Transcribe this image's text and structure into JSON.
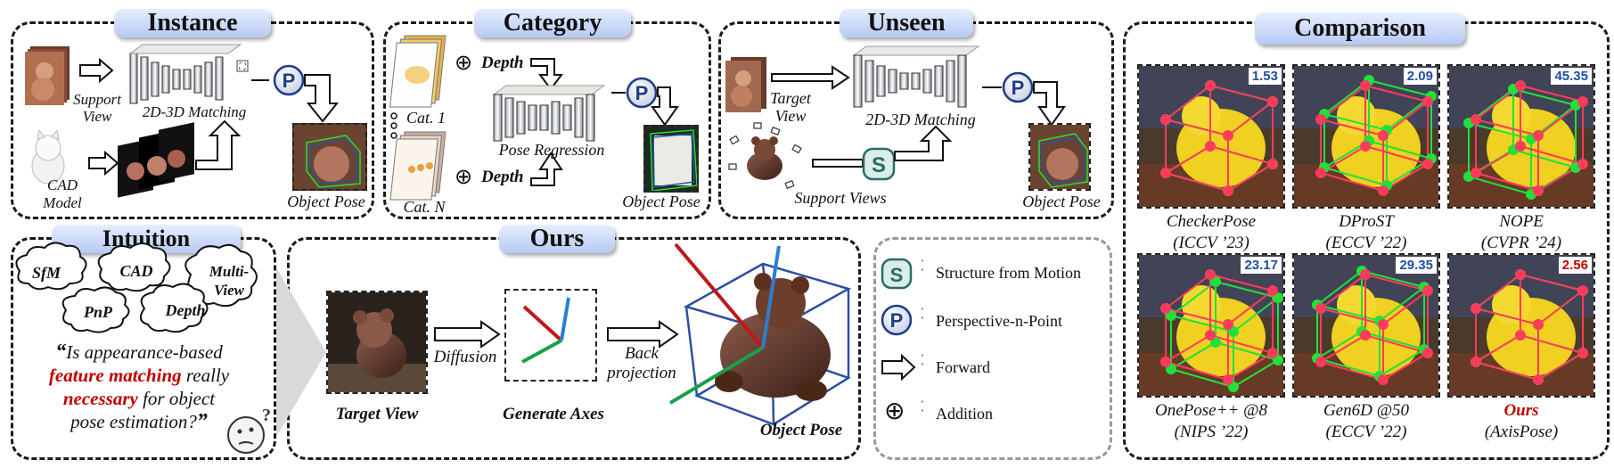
{
  "panels": {
    "instance": {
      "title": "Instance",
      "support_view": "Support\nView",
      "matching": "2D-3D Matching",
      "cad_model": "CAD\nModel",
      "object_pose": "Object Pose",
      "p_symbol": "P"
    },
    "category": {
      "title": "Category",
      "cat_1": "Cat. 1",
      "cat_n": "Cat. N",
      "depth_1": "Depth",
      "depth_2": "Depth",
      "pose_regression": "Pose Regression",
      "object_pose": "Object Pose",
      "p_symbol": "P"
    },
    "unseen": {
      "title": "Unseen",
      "target_view": "Target\nView",
      "matching": "2D-3D Matching",
      "support_views": "Support Views",
      "object_pose": "Object Pose",
      "s_symbol": "S",
      "p_symbol": "P"
    },
    "intuition": {
      "title": "Intuition",
      "clouds": [
        "SfM",
        "CAD",
        "Multi-\nView",
        "PnP",
        "Depth"
      ],
      "quote_open": "“",
      "quote_1": "Is appearance-based",
      "quote_2_highlight": "feature matching",
      "quote_2_rest": " really",
      "quote_3_highlight": "necessary",
      "quote_3_rest": " for object",
      "quote_4": "pose estimation?",
      "quote_close": "”",
      "highlight_color": "#c00000"
    },
    "ours": {
      "title": "Ours",
      "target_view": "Target View",
      "diffusion": "Diffusion",
      "generate_axes": "Generate Axes",
      "back_projection": "Back\nprojection",
      "object_pose": "Object Pose"
    },
    "legend": {
      "items": [
        {
          "symbol": "S",
          "label": "Structure from Motion",
          "icon": "s-circle-icon"
        },
        {
          "symbol": "P",
          "label": "Perspective-n-Point",
          "icon": "p-circle-icon"
        },
        {
          "symbol": "",
          "label": "Forward",
          "icon": "forward-arrow-icon"
        },
        {
          "symbol": "⊕",
          "label": "Addition",
          "icon": "addition-icon"
        }
      ]
    },
    "comparison": {
      "title": "Comparison",
      "methods": [
        {
          "name": "CheckerPose",
          "venue": "(ICCV ’23)",
          "score": "1.53",
          "score_color": "#1f4fa0",
          "highlight": false
        },
        {
          "name": "DProST",
          "venue": "(ECCV ’22)",
          "score": "2.09",
          "score_color": "#1f4fa0",
          "highlight": false
        },
        {
          "name": "NOPE",
          "venue": "(CVPR ’24)",
          "score": "45.35",
          "score_color": "#1f4fa0",
          "highlight": false
        },
        {
          "name": "OnePose++ @8",
          "venue": "(NIPS ’22)",
          "score": "23.17",
          "score_color": "#1f4fa0",
          "highlight": false
        },
        {
          "name": "Gen6D @50",
          "venue": "(ECCV ’22)",
          "score": "29.35",
          "score_color": "#1f4fa0",
          "highlight": false
        },
        {
          "name": "Ours",
          "venue": "(AxisPose)",
          "score": "2.56",
          "score_color": "#c00000",
          "highlight": true
        }
      ]
    }
  },
  "colors": {
    "panel_border": "#1a1a1a",
    "title_pill": "#c7d6f5",
    "pose_blue": "#2c4fa3",
    "axis_red": "#c01818",
    "axis_blue": "#2a7fd0",
    "axis_green": "#19a04a",
    "gt_green": "#22e03a",
    "pred_red": "#ff3b5c"
  }
}
